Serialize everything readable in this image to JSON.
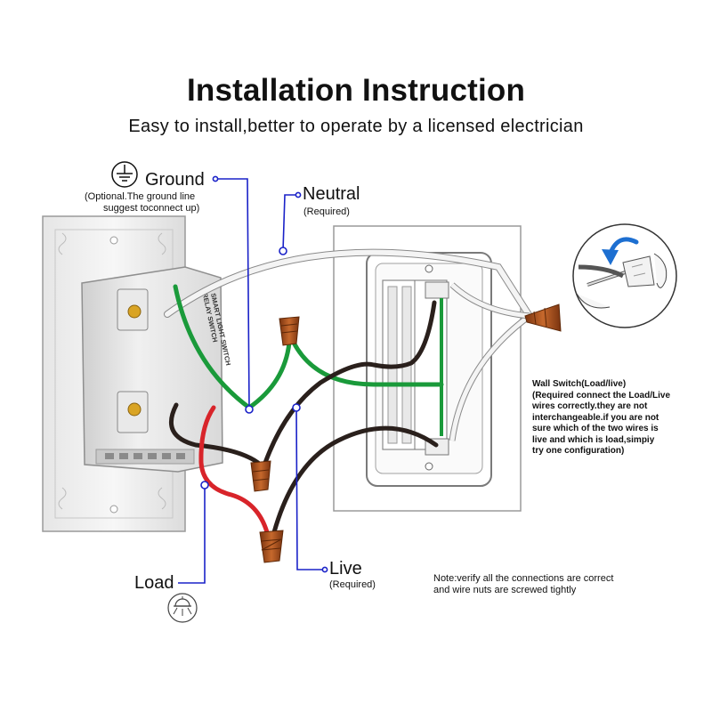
{
  "title": "Installation Instruction",
  "subtitle": "Easy to install,better to operate by a licensed electrician",
  "ground": {
    "label": "Ground",
    "note_line1": "(Optional.The ground line",
    "note_line2": "suggest toconnect up)"
  },
  "neutral": {
    "label": "Neutral",
    "note": "(Required)"
  },
  "live": {
    "label": "Live",
    "note": "(Required)"
  },
  "load": {
    "label": "Load"
  },
  "switch_text": {
    "line1": "SMART LIGHT SWITCH",
    "line2": "RELAY SWITCH"
  },
  "wall_switch": {
    "lines": [
      "Wall Switch(Load/live)",
      "(Required connect the Load/Live",
      "wires correctly.they are not",
      "interchangeable.if you are not",
      "sure which of the two wires is",
      "live and which is load,simpiy",
      "try one configuration)"
    ]
  },
  "footer_note": {
    "line1": "Note:verify all the connections are correct",
    "line2": "and wire nuts are screwed tightly"
  },
  "icons": [
    "ground-symbol-icon",
    "light-bulb-icon",
    "twist-arrow-icon"
  ],
  "colors": {
    "ground_wire": "#1a9a3a",
    "load_wire": "#d8242a",
    "live_wire": "#2a201c",
    "neutral_wire": "#f2f2f2",
    "callout_line": "#1a22c8",
    "wire_nut": "#b2551f"
  }
}
